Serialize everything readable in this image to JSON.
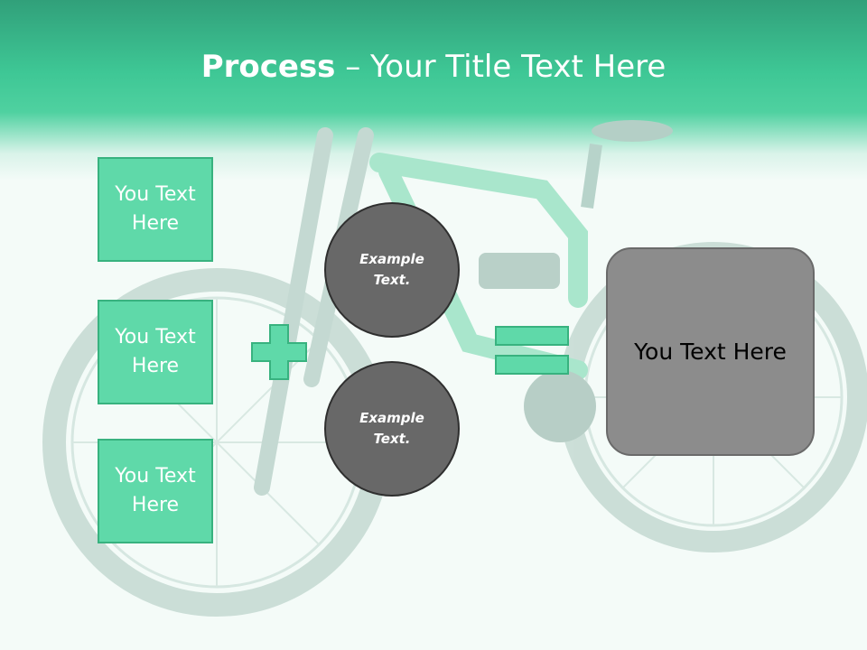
{
  "slide": {
    "title_bold": "Process",
    "title_rest": " – Your Title Text Here",
    "boxes": [
      {
        "label": "You Text Here"
      },
      {
        "label": "You Text Here"
      },
      {
        "label": "You Text Here"
      }
    ],
    "circles": [
      {
        "label": "Example Text."
      },
      {
        "label": "Example Text."
      }
    ],
    "result_label": "You Text Here"
  },
  "colors": {
    "accent": "#5fd9a9",
    "accent_border": "#38b27f",
    "circle_fill": "#686868",
    "result_fill": "#8c8c8c"
  },
  "icons": {
    "operator_1": "plus-icon",
    "operator_2": "equals-icon",
    "background": "bicycle-illustration"
  }
}
